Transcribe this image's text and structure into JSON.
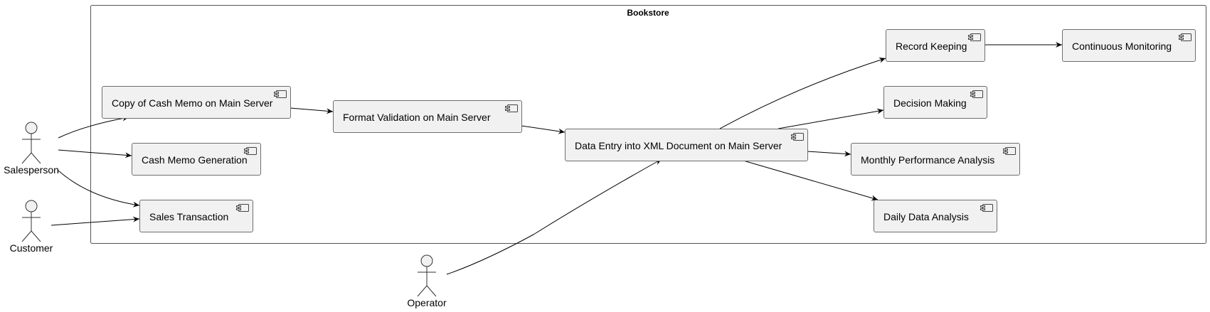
{
  "diagram": {
    "boundary": {
      "title": "Bookstore"
    },
    "actors": [
      {
        "id": "salesperson",
        "label": "Salesperson"
      },
      {
        "id": "customer",
        "label": "Customer"
      },
      {
        "id": "operator",
        "label": "Operator"
      }
    ],
    "components": [
      {
        "id": "copy_cash_memo",
        "label": "Copy of Cash Memo on Main Server"
      },
      {
        "id": "cash_memo_gen",
        "label": "Cash Memo Generation"
      },
      {
        "id": "sales_transaction",
        "label": "Sales Transaction"
      },
      {
        "id": "format_validation",
        "label": "Format Validation on Main Server"
      },
      {
        "id": "data_entry_xml",
        "label": "Data Entry into XML Document on Main Server"
      },
      {
        "id": "record_keeping",
        "label": "Record Keeping"
      },
      {
        "id": "continuous_monitoring",
        "label": "Continuous Monitoring"
      },
      {
        "id": "decision_making",
        "label": "Decision Making"
      },
      {
        "id": "monthly_analysis",
        "label": "Monthly Performance Analysis"
      },
      {
        "id": "daily_analysis",
        "label": "Daily Data Analysis"
      }
    ],
    "edges": [
      {
        "from": "salesperson",
        "to": "copy_cash_memo"
      },
      {
        "from": "salesperson",
        "to": "cash_memo_gen"
      },
      {
        "from": "salesperson",
        "to": "sales_transaction"
      },
      {
        "from": "customer",
        "to": "sales_transaction"
      },
      {
        "from": "copy_cash_memo",
        "to": "format_validation"
      },
      {
        "from": "format_validation",
        "to": "data_entry_xml"
      },
      {
        "from": "operator",
        "to": "data_entry_xml"
      },
      {
        "from": "data_entry_xml",
        "to": "record_keeping"
      },
      {
        "from": "data_entry_xml",
        "to": "decision_making"
      },
      {
        "from": "data_entry_xml",
        "to": "monthly_analysis"
      },
      {
        "from": "data_entry_xml",
        "to": "daily_analysis"
      },
      {
        "from": "record_keeping",
        "to": "continuous_monitoring"
      }
    ]
  }
}
